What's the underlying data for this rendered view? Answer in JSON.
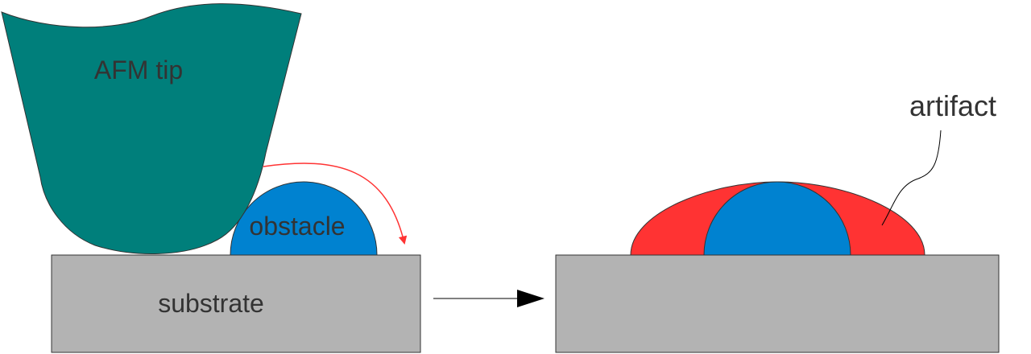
{
  "labels": {
    "tip": "AFM tip",
    "obstacle": "obstacle",
    "substrate": "substrate",
    "artifact": "artifact"
  },
  "colors": {
    "tip": "#007f7b",
    "obstacle": "#0082d0",
    "substrate": "#b3b3b3",
    "artifact": "#ff3333",
    "scan_path": "#ff3333",
    "arrow": "#000000",
    "text": "#333333"
  }
}
